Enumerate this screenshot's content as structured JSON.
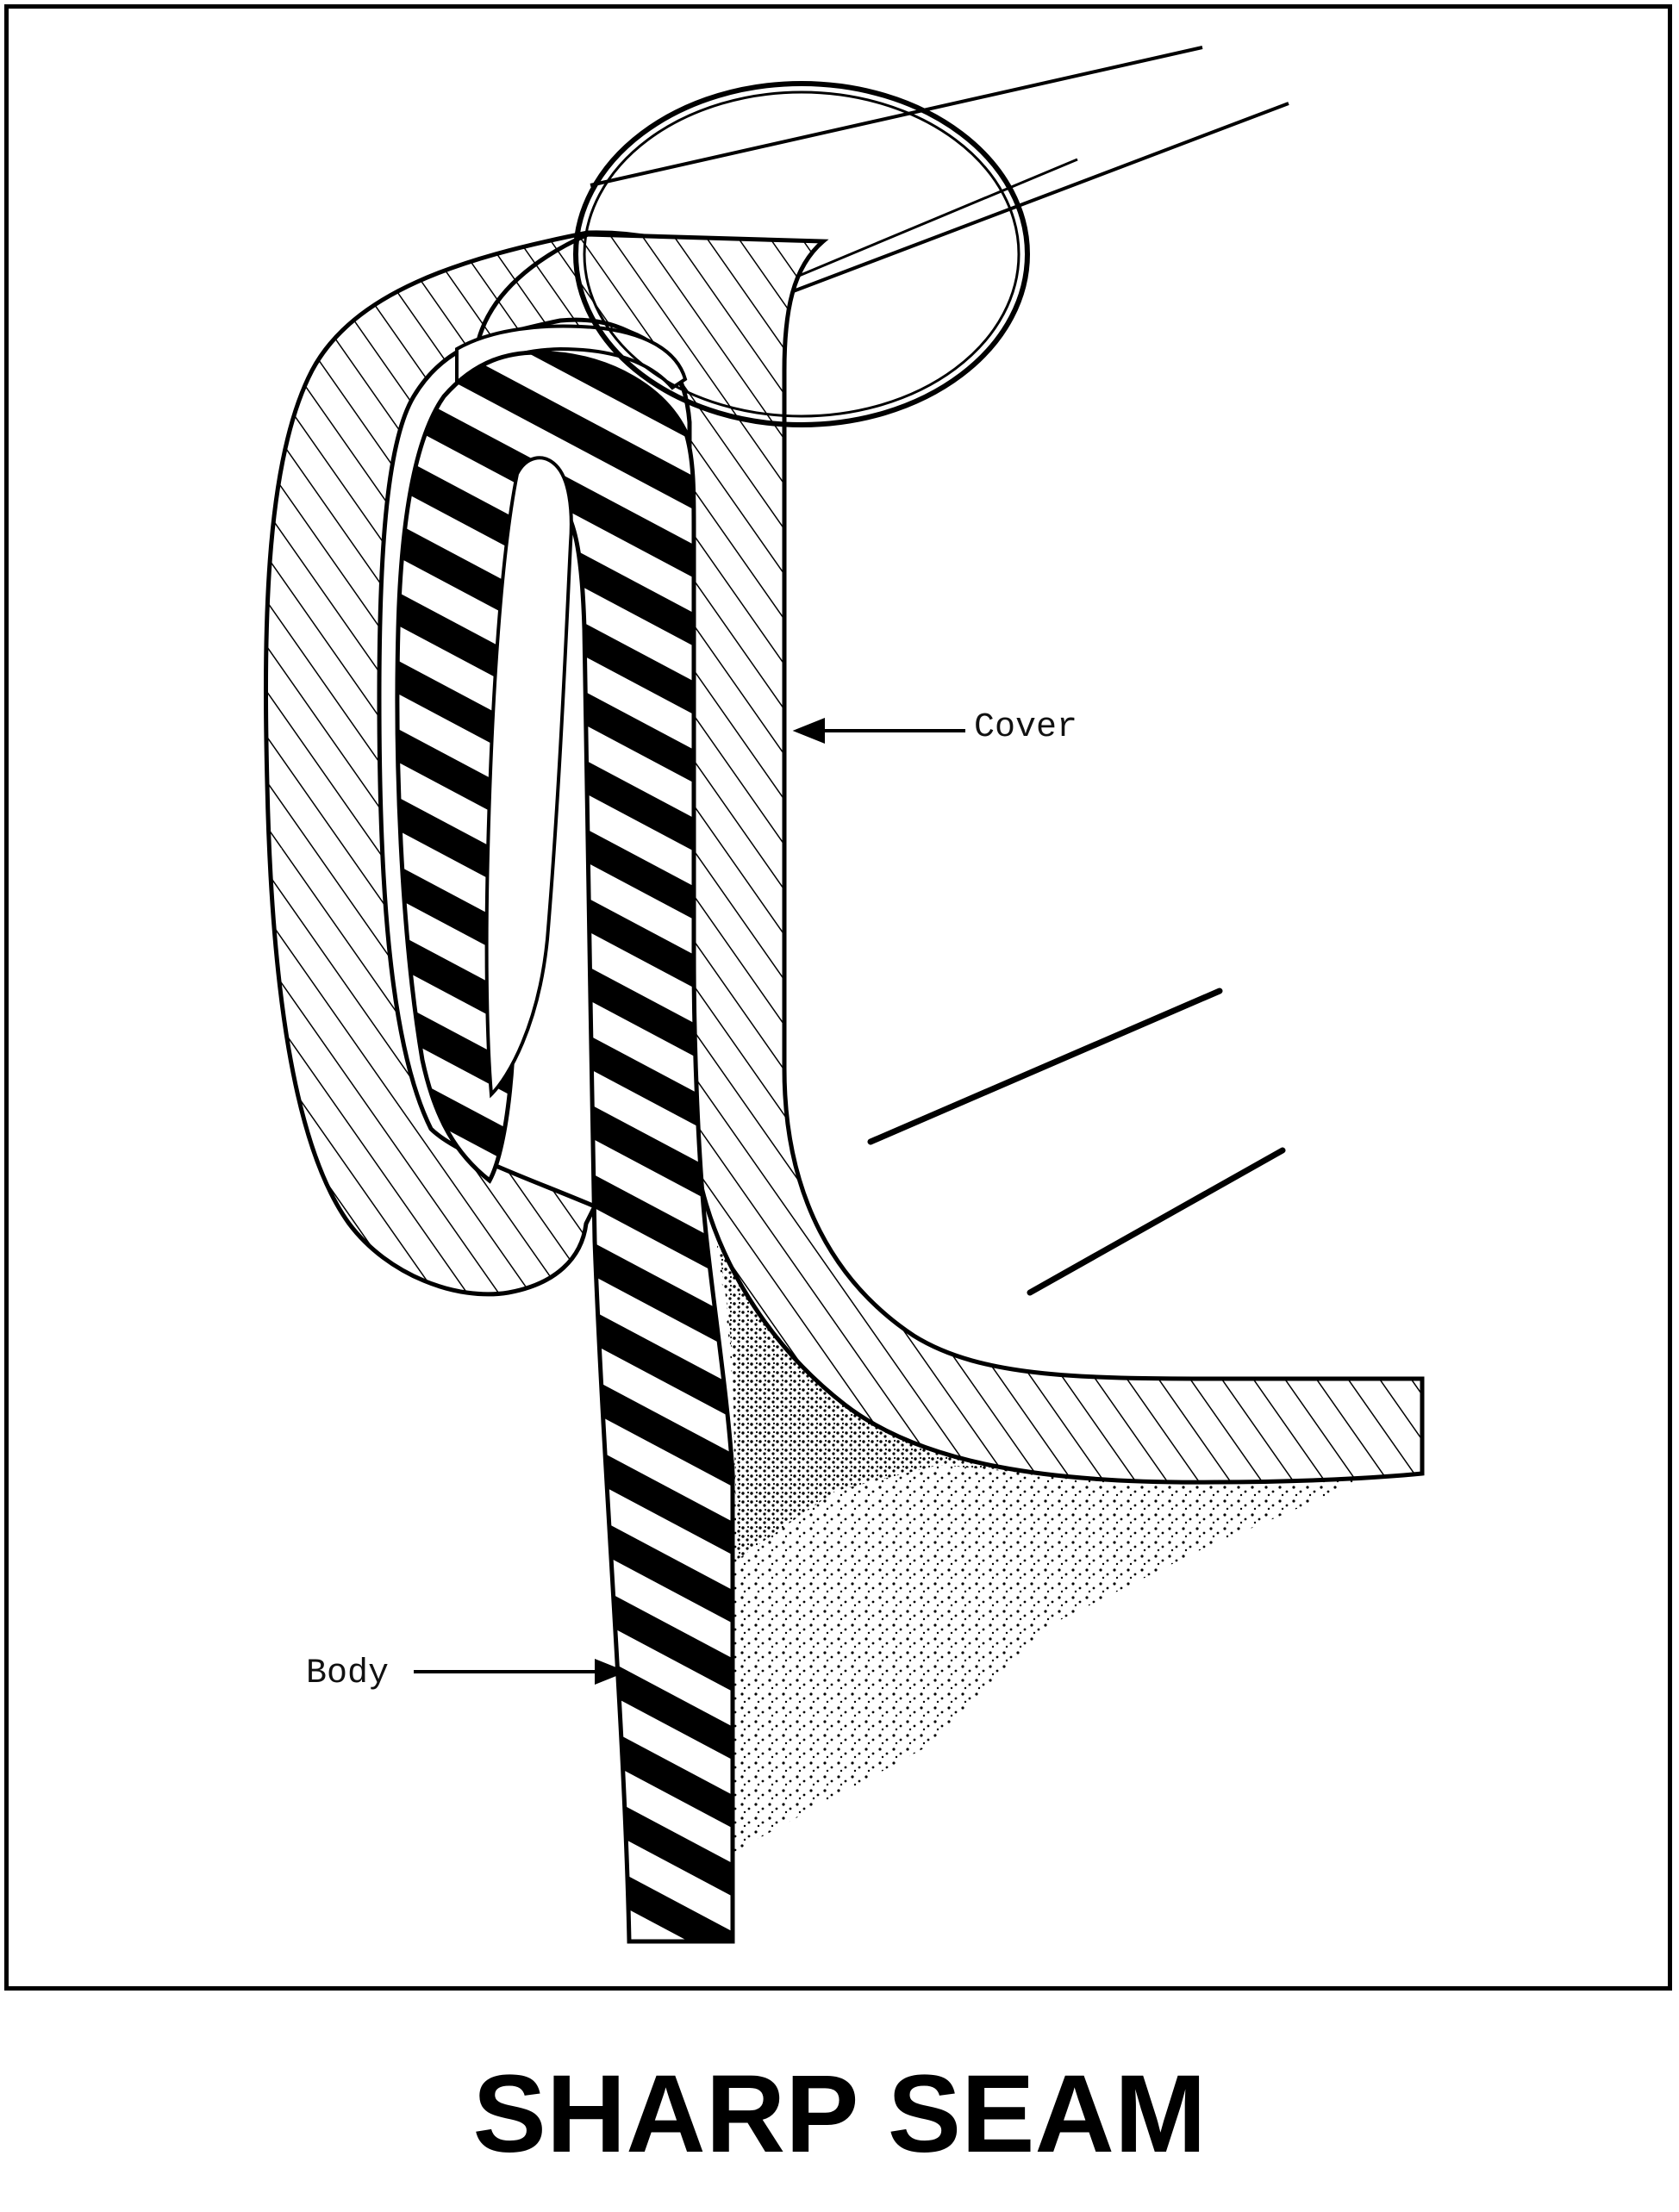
{
  "diagram": {
    "labels": {
      "cover": "Cover",
      "body": "Body"
    },
    "caption": "SHARP SEAM",
    "colors": {
      "line": "#000000",
      "background": "#ffffff"
    }
  }
}
